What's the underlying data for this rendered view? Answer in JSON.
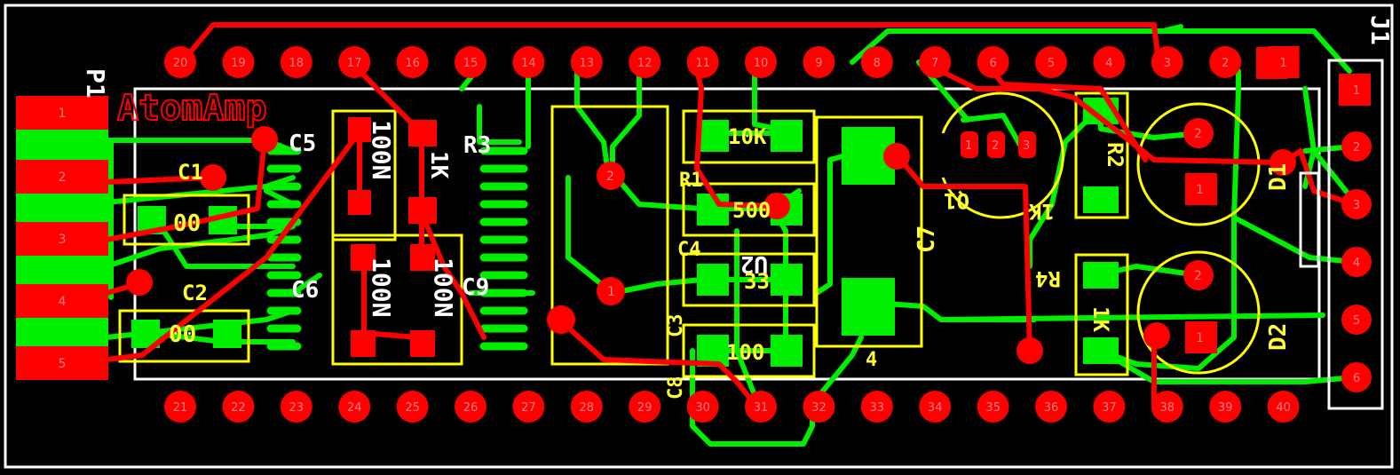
{
  "colors": {
    "background": "#000000",
    "top_copper": "#ff0000",
    "bottom_copper": "#00ee00",
    "silkscreen": "#ffffff",
    "component_outline": "#ffff00"
  },
  "board": {
    "title": "AtomAmp",
    "p1_label": "P1",
    "j1_label": "J1"
  },
  "header_top_pins": [
    "20",
    "19",
    "18",
    "17",
    "16",
    "15",
    "14",
    "13",
    "12",
    "11",
    "10",
    "9",
    "8",
    "7",
    "6",
    "5",
    "4",
    "3",
    "2",
    "1"
  ],
  "header_bottom_pins": [
    "21",
    "22",
    "23",
    "24",
    "25",
    "26",
    "27",
    "28",
    "29",
    "30",
    "31",
    "32",
    "33",
    "34",
    "35",
    "36",
    "37",
    "38",
    "39",
    "40"
  ],
  "p1_pins": [
    "1",
    "2",
    "3",
    "4",
    "5"
  ],
  "j1_pins": [
    "1",
    "2",
    "3",
    "4",
    "5",
    "6"
  ],
  "labels": {
    "c5": "C5",
    "r3": "R3",
    "c6": "C6",
    "c9": "C9",
    "val_100n_a": "100N",
    "val_1k": "1K",
    "val_100n_b": "100N",
    "val_100n_c": "100N",
    "c1": "C1",
    "c2": "C2",
    "val_c1": "00",
    "val_c2": "00",
    "u2": "U2",
    "c7": "C7",
    "r1": "R1",
    "c4": "C4",
    "c3": "C3",
    "c8": "C8",
    "val_10k": "10K",
    "val_500": "500",
    "val_33": "33",
    "val_100": "100",
    "r2": "R2",
    "val_1k_r2": "1K",
    "r4": "R4",
    "val_1k_r4": "1K",
    "d1": "D1",
    "d2": "D2",
    "q1": "Q1",
    "pot1_pin2": "2",
    "pot1_pin1": "1",
    "led1_pin2": "2",
    "led1_pin1": "1",
    "led2_pin2": "2",
    "led2_pin1": "1",
    "q_pin1": "1",
    "q_pin2": "2",
    "q_pin3": "3",
    "c7_pin4": "4"
  }
}
